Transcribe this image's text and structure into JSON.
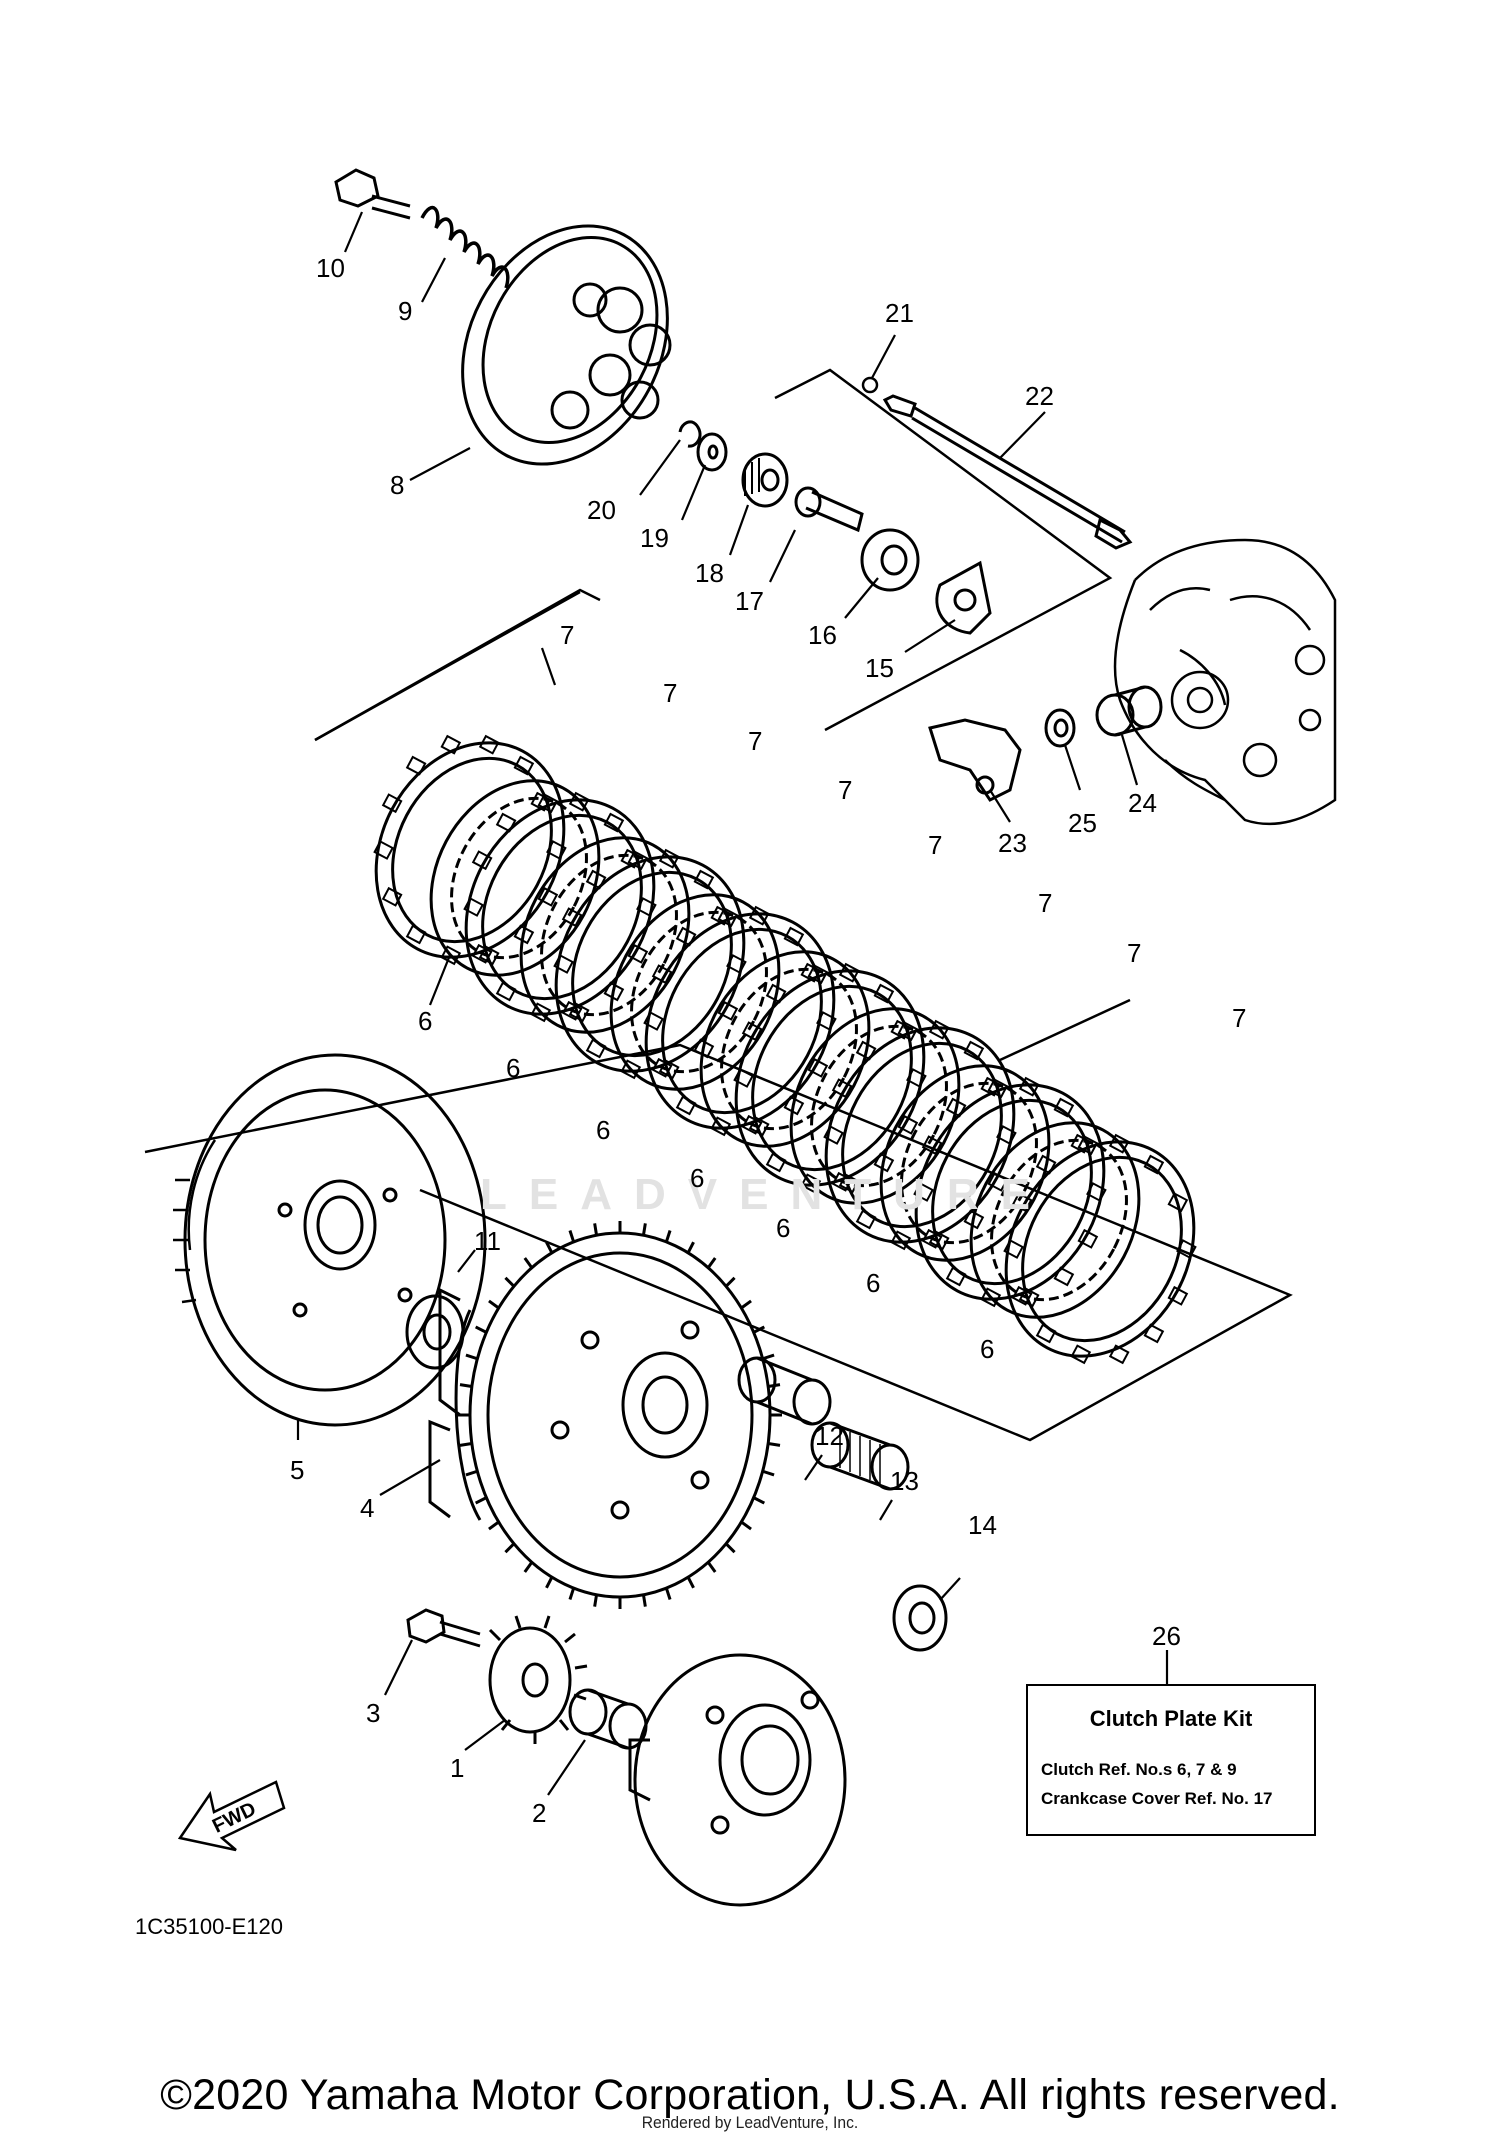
{
  "diagram": {
    "figure_code": "1C35100-E120",
    "fwd_label": "FWD",
    "watermark": "LEADVENTURE",
    "callouts": [
      {
        "id": "c1",
        "text": "1"
      },
      {
        "id": "c2",
        "text": "2"
      },
      {
        "id": "c3",
        "text": "3"
      },
      {
        "id": "c4",
        "text": "4"
      },
      {
        "id": "c5",
        "text": "5"
      },
      {
        "id": "c6a",
        "text": "6"
      },
      {
        "id": "c6b",
        "text": "6"
      },
      {
        "id": "c6c",
        "text": "6"
      },
      {
        "id": "c6d",
        "text": "6"
      },
      {
        "id": "c6e",
        "text": "6"
      },
      {
        "id": "c6f",
        "text": "6"
      },
      {
        "id": "c6g",
        "text": "6"
      },
      {
        "id": "c7a",
        "text": "7"
      },
      {
        "id": "c7b",
        "text": "7"
      },
      {
        "id": "c7c",
        "text": "7"
      },
      {
        "id": "c7d",
        "text": "7"
      },
      {
        "id": "c7e",
        "text": "7"
      },
      {
        "id": "c7f",
        "text": "7"
      },
      {
        "id": "c7g",
        "text": "7"
      },
      {
        "id": "c7h",
        "text": "7"
      },
      {
        "id": "c8",
        "text": "8"
      },
      {
        "id": "c9",
        "text": "9"
      },
      {
        "id": "c10",
        "text": "10"
      },
      {
        "id": "c11",
        "text": "11"
      },
      {
        "id": "c12",
        "text": "12"
      },
      {
        "id": "c13",
        "text": "13"
      },
      {
        "id": "c14",
        "text": "14"
      },
      {
        "id": "c15",
        "text": "15"
      },
      {
        "id": "c16",
        "text": "16"
      },
      {
        "id": "c17",
        "text": "17"
      },
      {
        "id": "c18",
        "text": "18"
      },
      {
        "id": "c19",
        "text": "19"
      },
      {
        "id": "c20",
        "text": "20"
      },
      {
        "id": "c21",
        "text": "21"
      },
      {
        "id": "c22",
        "text": "22"
      },
      {
        "id": "c23",
        "text": "23"
      },
      {
        "id": "c24",
        "text": "24"
      },
      {
        "id": "c25",
        "text": "25"
      },
      {
        "id": "c26",
        "text": "26"
      }
    ],
    "kit_box": {
      "title": "Clutch Plate Kit",
      "line1": "Clutch  Ref. No.s  6, 7 & 9",
      "line2": "Crankcase Cover  Ref. No. 17"
    }
  },
  "footer": {
    "copyright": "©2020 Yamaha Motor Corporation, U.S.A. All rights reserved.",
    "rendered_by": "Rendered by LeadVenture, Inc."
  }
}
